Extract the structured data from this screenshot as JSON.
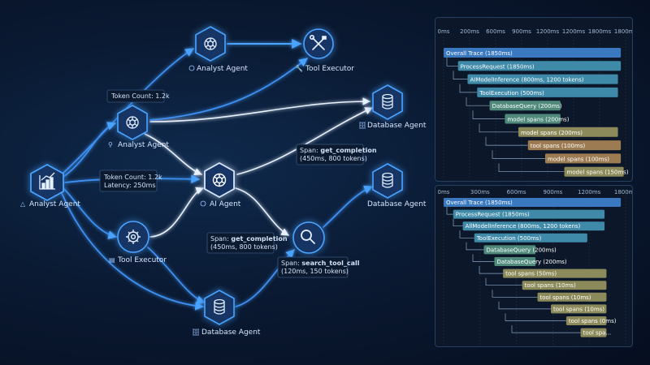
{
  "nodes": [
    {
      "id": "n_analyst_top",
      "label": "Analyst Agent",
      "icon": "openai-logo-icon"
    },
    {
      "id": "n_tool_top",
      "label": "Tool Executor",
      "icon": "tools-icon"
    },
    {
      "id": "n_db_1",
      "label": "Database Agent",
      "icon": "database-icon"
    },
    {
      "id": "n_analyst_mid",
      "label": "Analyst Agent",
      "icon": "openai-logo-icon"
    },
    {
      "id": "n_analyst_root",
      "label": "Analyst Agent",
      "icon": "chart-icon"
    },
    {
      "id": "n_ai",
      "label": "AI Agent",
      "icon": "openai-logo-icon"
    },
    {
      "id": "n_db_2",
      "label": "Database Agent",
      "icon": "database-icon"
    },
    {
      "id": "n_tool_bottom",
      "label": "Tool Executor",
      "icon": "gear-icon"
    },
    {
      "id": "n_search",
      "label": "",
      "icon": "search-icon"
    },
    {
      "id": "n_db_bottom",
      "label": "Database Agent",
      "icon": "database-icon"
    }
  ],
  "callouts": {
    "token_top": {
      "lines": [
        "Token Count: 1.2k"
      ]
    },
    "token_latency": {
      "lines": [
        "Token Count: 1.2k",
        "Latency: 250ms"
      ]
    },
    "span_completion_1": {
      "prefix": "Span: ",
      "name": "get_completion",
      "detail": "(450ms, 800 tokens)"
    },
    "span_completion_2": {
      "prefix": "Span: ",
      "name": "get_completion",
      "detail": "(450ms, 800 tokens)"
    },
    "span_search": {
      "prefix": "Span: ",
      "name": "search_tool_call",
      "detail": "(120ms, 150 tokens)"
    }
  },
  "colors": {
    "edge": "#3d8ff0",
    "edge_light": "#e8f2ff",
    "node_fill": "#123565",
    "node_stroke": "#4aa3ff",
    "bar_blue": "#3a78c0",
    "bar_teal": "#3f8aa8",
    "bar_green": "#4f8a7a",
    "bar_olive": "#8c8a5a",
    "bar_tan": "#9c7a52"
  },
  "chart_data": [
    {
      "type": "gantt",
      "axis_labels": [
        "0ms",
        "200ms",
        "600ms",
        "900ms",
        "1200ms",
        "1200ms",
        "1800ms",
        "1800ms"
      ],
      "spans": [
        {
          "label": "Overall Trace (1850ms)",
          "depth": 0,
          "start": 0,
          "end": 1850,
          "color": "#3a78c0"
        },
        {
          "label": "ProcessRequest (1850ms)",
          "depth": 1,
          "start": 150,
          "end": 1850,
          "color": "#3f8aa8"
        },
        {
          "label": "AIModelInference (800ms, 1200 tokens)",
          "depth": 2,
          "start": 250,
          "end": 1820,
          "color": "#3f8aa8"
        },
        {
          "label": "ToolExecution (500ms)",
          "depth": 3,
          "start": 350,
          "end": 1820,
          "color": "#3f8aa8"
        },
        {
          "label": "DatabaseQuery (200ms)",
          "depth": 4,
          "start": 480,
          "end": 1220,
          "color": "#4f8a7a"
        },
        {
          "label": "model spans (200ms)",
          "depth": 5,
          "start": 640,
          "end": 1220,
          "color": "#4f8a7a"
        },
        {
          "label": "model spans (200ms)",
          "depth": 6,
          "start": 780,
          "end": 1820,
          "color": "#8c8a5a"
        },
        {
          "label": "tool spans (100ms)",
          "depth": 7,
          "start": 880,
          "end": 1850,
          "color": "#9c7a52"
        },
        {
          "label": "model spans (100ms)",
          "depth": 8,
          "start": 1060,
          "end": 1850,
          "color": "#9c7a52"
        },
        {
          "label": "model spans (150ms)",
          "depth": 9,
          "start": 1260,
          "end": 1880,
          "color": "#8c8a5a"
        }
      ]
    },
    {
      "type": "gantt",
      "axis_labels": [
        "0ms",
        "300ms",
        "600ms",
        "900ms",
        "1200ms",
        "1800ms"
      ],
      "spans": [
        {
          "label": "Overall Trace (1850ms)",
          "depth": 0,
          "start": 0,
          "end": 1850,
          "color": "#3a78c0"
        },
        {
          "label": "ProcessRequest (1850ms)",
          "depth": 1,
          "start": 100,
          "end": 1680,
          "color": "#3f8aa8"
        },
        {
          "label": "AllModelInference (800ms, 1200 tokens)",
          "depth": 2,
          "start": 200,
          "end": 1680,
          "color": "#3f8aa8"
        },
        {
          "label": "ToolExecution (500ms)",
          "depth": 3,
          "start": 320,
          "end": 1500,
          "color": "#3f8aa8"
        },
        {
          "label": "DatabaseQuery (200ms)",
          "depth": 4,
          "start": 420,
          "end": 960,
          "color": "#4f8a7a"
        },
        {
          "label": "DatabaseQuery (200ms)",
          "depth": 5,
          "start": 530,
          "end": 960,
          "color": "#4f8a7a"
        },
        {
          "label": "tool spans (50ms)",
          "depth": 6,
          "start": 620,
          "end": 1700,
          "color": "#8c8a5a"
        },
        {
          "label": "tool spans (10ms)",
          "depth": 7,
          "start": 820,
          "end": 1700,
          "color": "#8c8a5a"
        },
        {
          "label": "tool spans (10ms)",
          "depth": 8,
          "start": 980,
          "end": 1700,
          "color": "#8c8a5a"
        },
        {
          "label": "tool spans (10ms)",
          "depth": 9,
          "start": 1120,
          "end": 1700,
          "color": "#8c8a5a"
        },
        {
          "label": "tool spans (0ms)",
          "depth": 10,
          "start": 1280,
          "end": 1700,
          "color": "#8c8a5a"
        },
        {
          "label": "tool spa...",
          "depth": 11,
          "start": 1430,
          "end": 1700,
          "color": "#8c8a5a"
        }
      ]
    }
  ]
}
